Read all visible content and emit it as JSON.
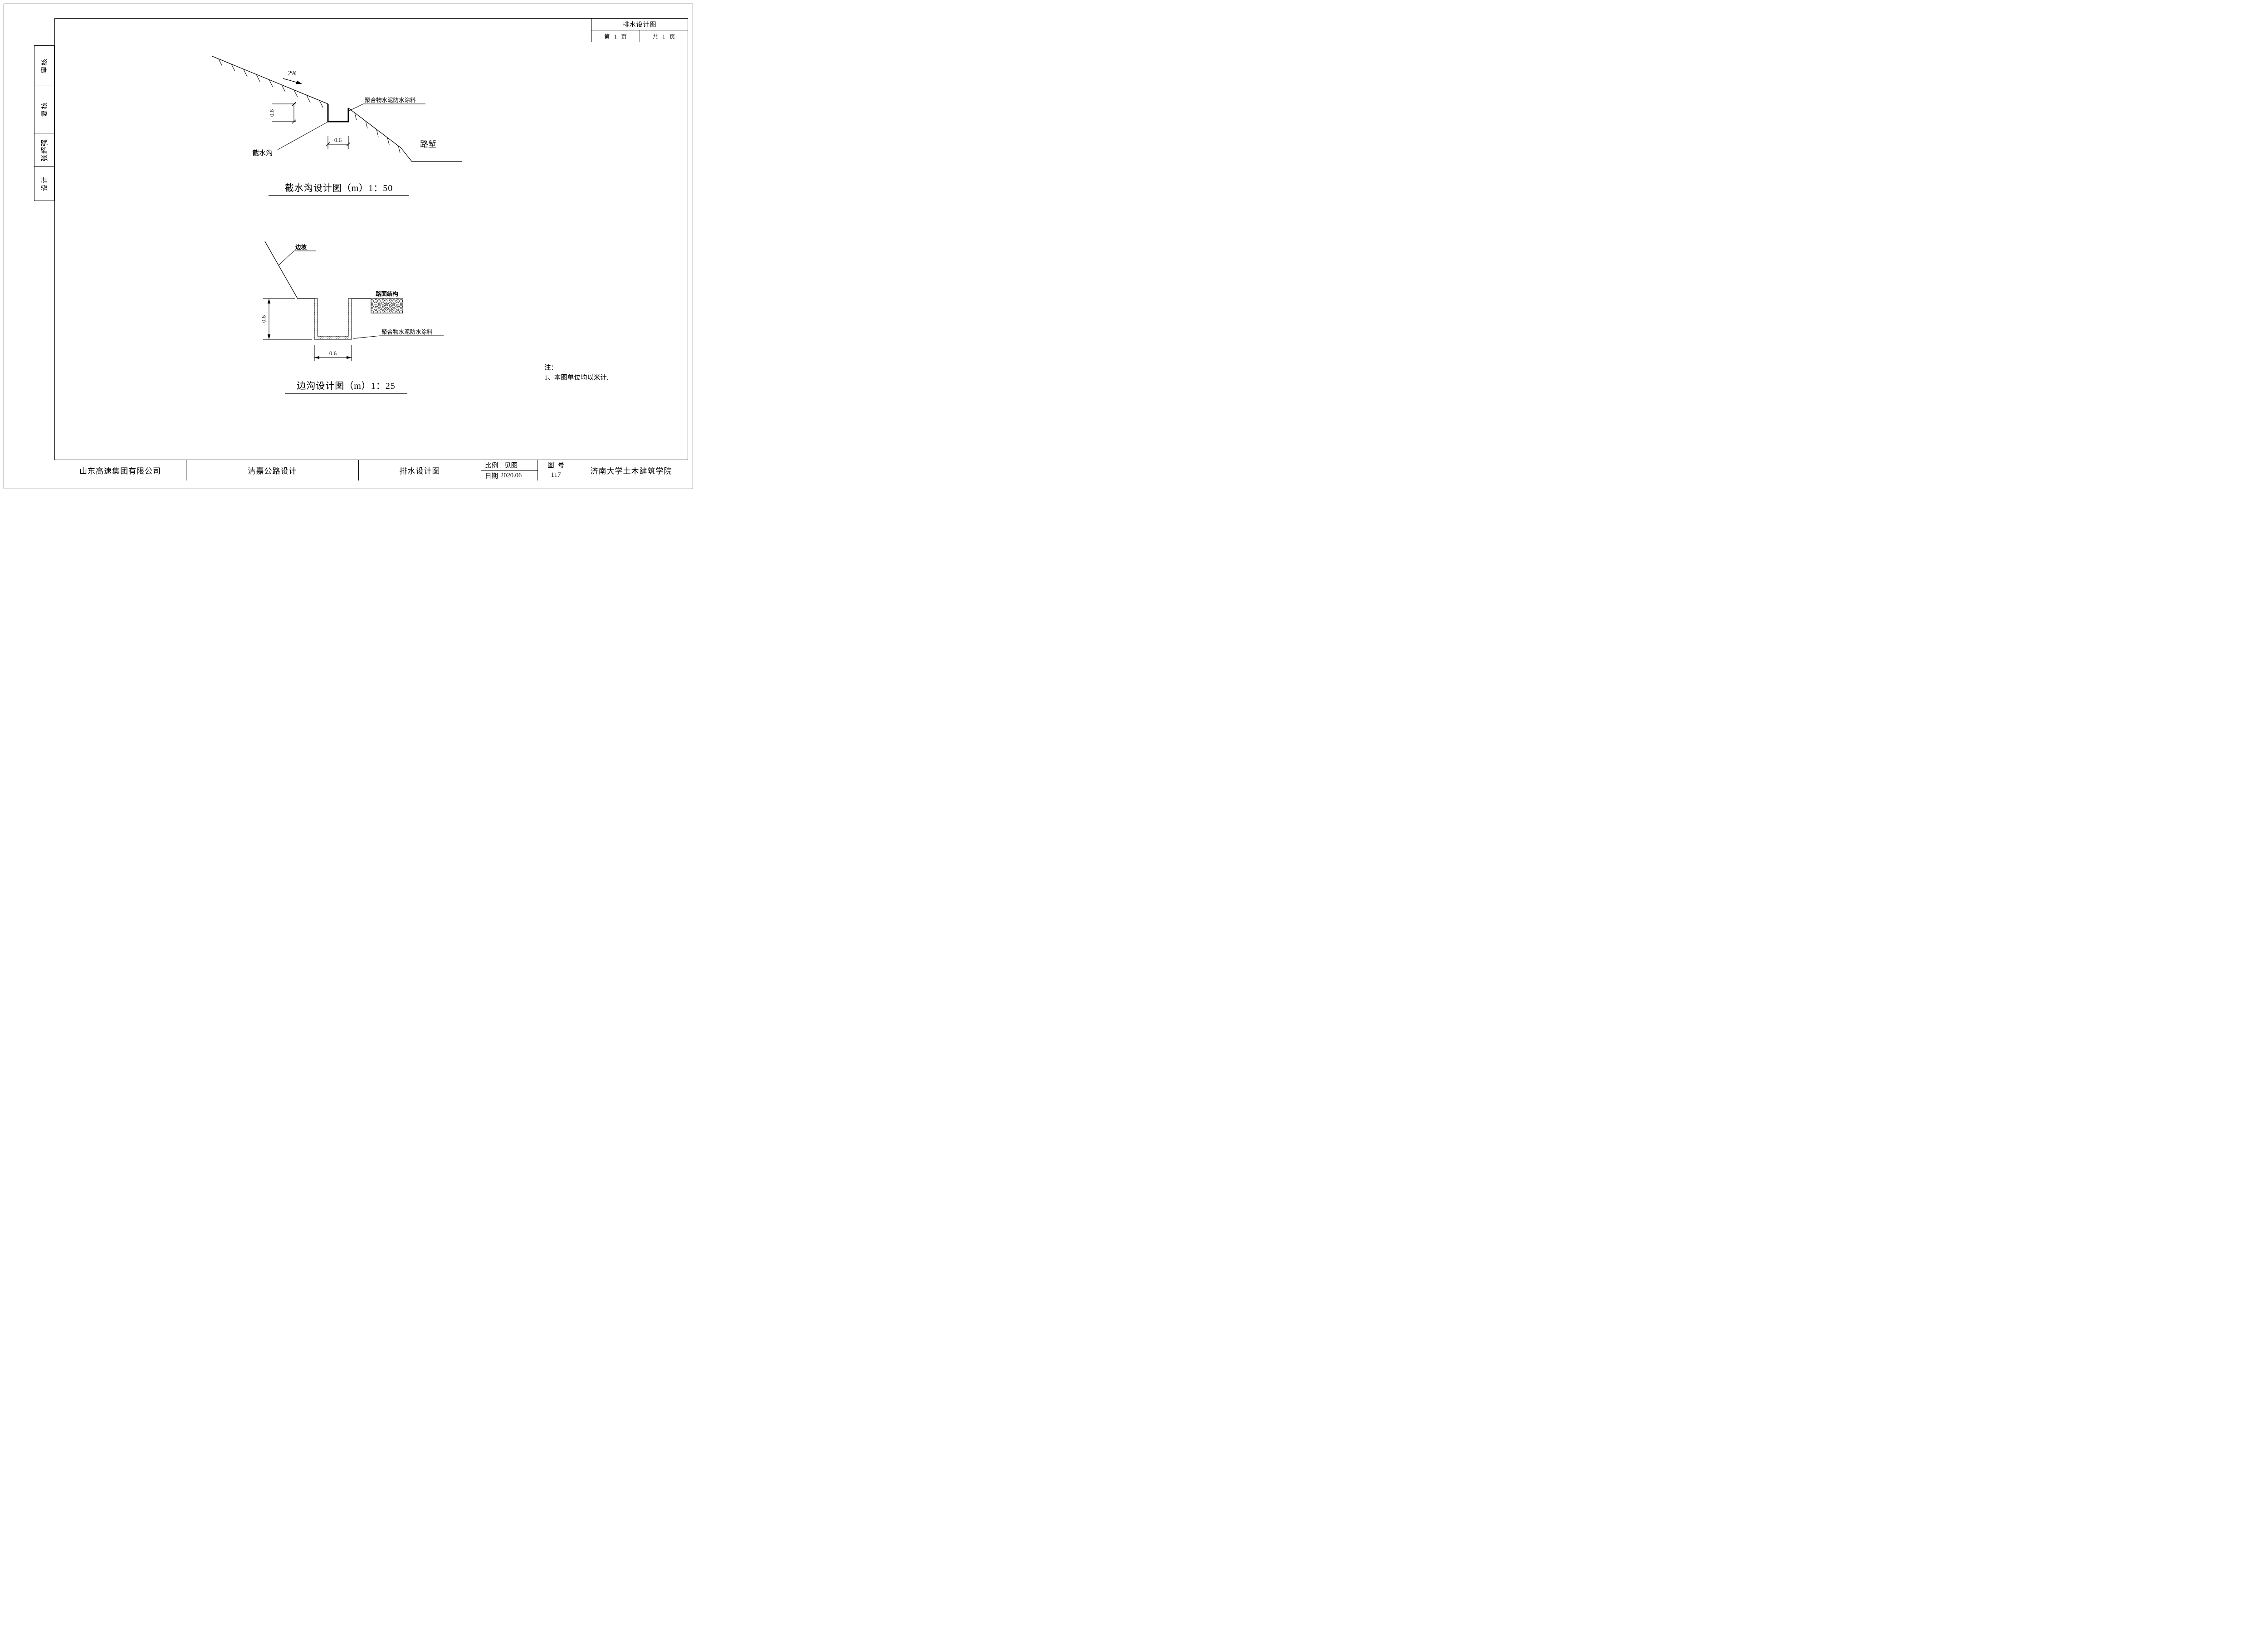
{
  "sheet": {
    "background": "#ffffff",
    "line_color": "#000000"
  },
  "left_strip": {
    "items": [
      {
        "label": "审核"
      },
      {
        "label": "复核"
      },
      {
        "label": "张超强"
      },
      {
        "label": "设计"
      }
    ]
  },
  "header_block": {
    "title": "排水设计图",
    "page_cell": "第   1   页",
    "total_cell": "共   1   页"
  },
  "drawing1": {
    "slope_percent": "2%",
    "dim_vertical": "0.6",
    "dim_horizontal": "0.6",
    "coating_label": "聚合物水泥防水涂料",
    "ditch_label": "截水沟",
    "cutting_label": "路堑",
    "title": "截水沟设计图（m）1：50"
  },
  "drawing2": {
    "slope_label": "边坡",
    "pavement_label": "路面结构",
    "coating_label": "聚合物水泥防水涂料",
    "dim_vertical": "0.6",
    "dim_horizontal": "0.6",
    "title": "边沟设计图（m）1：25"
  },
  "notes": {
    "heading": "注：",
    "item1": "1、本图单位均以米计."
  },
  "titlebar": {
    "company": "山东高速集团有限公司",
    "project": "清嘉公路设计",
    "sheet_title": "排水设计图",
    "scale_label": "比例",
    "scale_value": "见图",
    "date_label": "日期",
    "date_value": "2020.06",
    "figure_no_label": "图  号",
    "figure_no_value": "117",
    "institute": "济南大学土木建筑学院"
  }
}
